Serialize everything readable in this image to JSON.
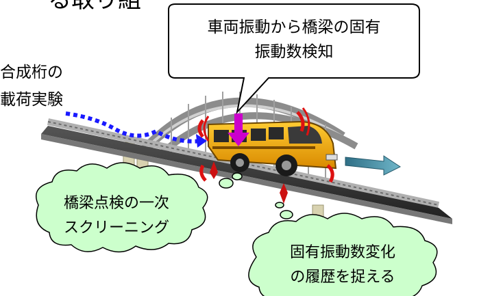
{
  "top_heading": "る取り組",
  "callout": {
    "line1": "車両振動から橋梁の固有",
    "line2": "振動数検知"
  },
  "left_note": {
    "line1": "合成桁の",
    "line2": "載荷実験"
  },
  "cloud_left": {
    "line1": "橋梁点検の一次",
    "line2": "スクリーニング"
  },
  "cloud_right": {
    "line1": "固有振動数変化",
    "line2": "の履歴を捉える"
  },
  "colors": {
    "cloud_fill": "#ccffcc",
    "arrow_magenta": "#cc00cc",
    "dotted_blue": "#1a1aff",
    "vibration_red": "#dd1111",
    "motion_arrow": "#3b8aa0",
    "bus_yellow": "#f2a800",
    "bridge_grey": "#9a9a9a"
  },
  "icons": [
    "bus-icon",
    "bridge-icon",
    "vibration-mark-icon",
    "motion-arrow-icon"
  ]
}
